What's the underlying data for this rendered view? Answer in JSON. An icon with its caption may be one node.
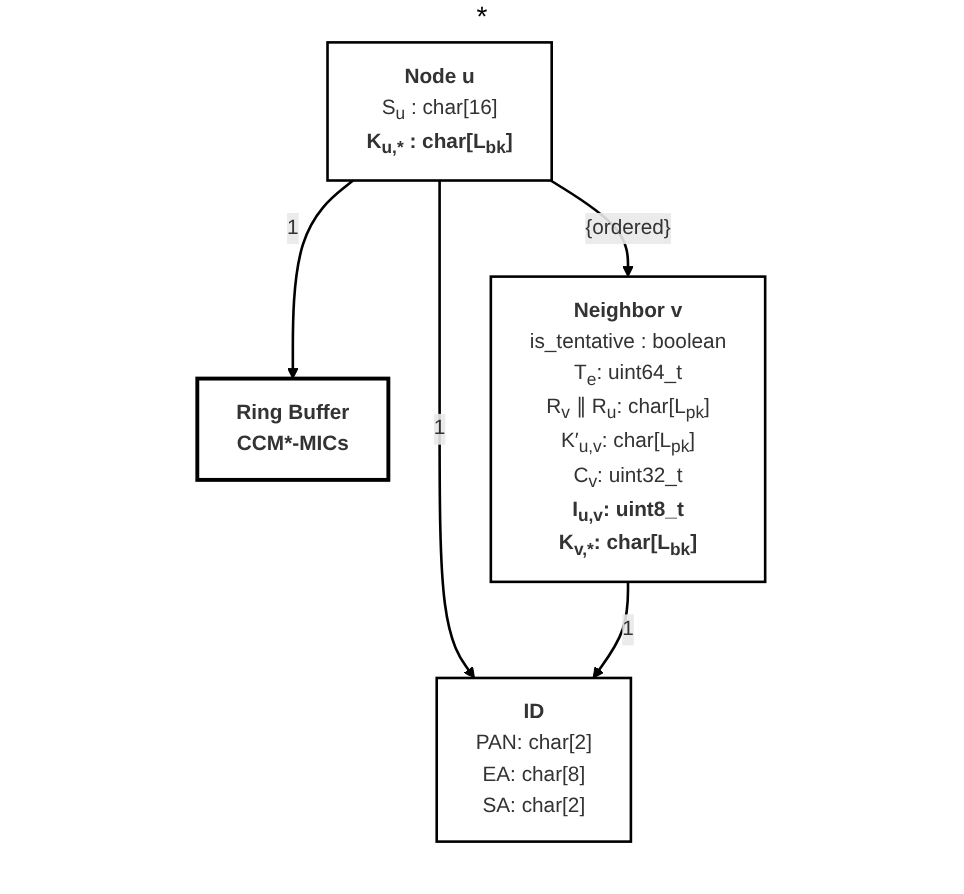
{
  "diagram": {
    "nodes": [
      {
        "text": [
          "Node u",
          "S$_{u}$ : char[16] **K$_{u,*}$ : char[L$_{bk}$]**"
        ]
      },
      {
        "text": [
          "Ring Buffer",
          "CCM*-MICs"
        ]
      },
      {
        "text": [
          "Neighbor v",
          "is_tentative : boolean T$_{e}$: uint64_t R$_{v}$ ∥ R$_{u}$: char[L$_{pk}$] K′$_{u,v}$: char[L$_{pk}$] C$_{v}$: uint32_t **I$_{u,v}$: uint8_t** **K$_{v,*}$: char[L$_{bk}$]**"
        ]
      },
      {
        "text": [
          "ID",
          "PAN: char[2] EA: char[8] SA: char[2]"
        ]
      }
    ],
    "edges": [
      {
        "from": 0,
        "to": 1,
        "arrow": "to",
        "label": "1"
      },
      {
        "from": 0,
        "to": 2,
        "arrow": "to",
        "label": "{ordered}"
      },
      {
        "from": 0,
        "to": 3,
        "arrow": "to",
        "label": "1"
      },
      {
        "from": 2,
        "to": 3,
        "arrow": "to",
        "label": "1"
      }
    ],
    "labels": [
      "*"
    ]
  }
}
